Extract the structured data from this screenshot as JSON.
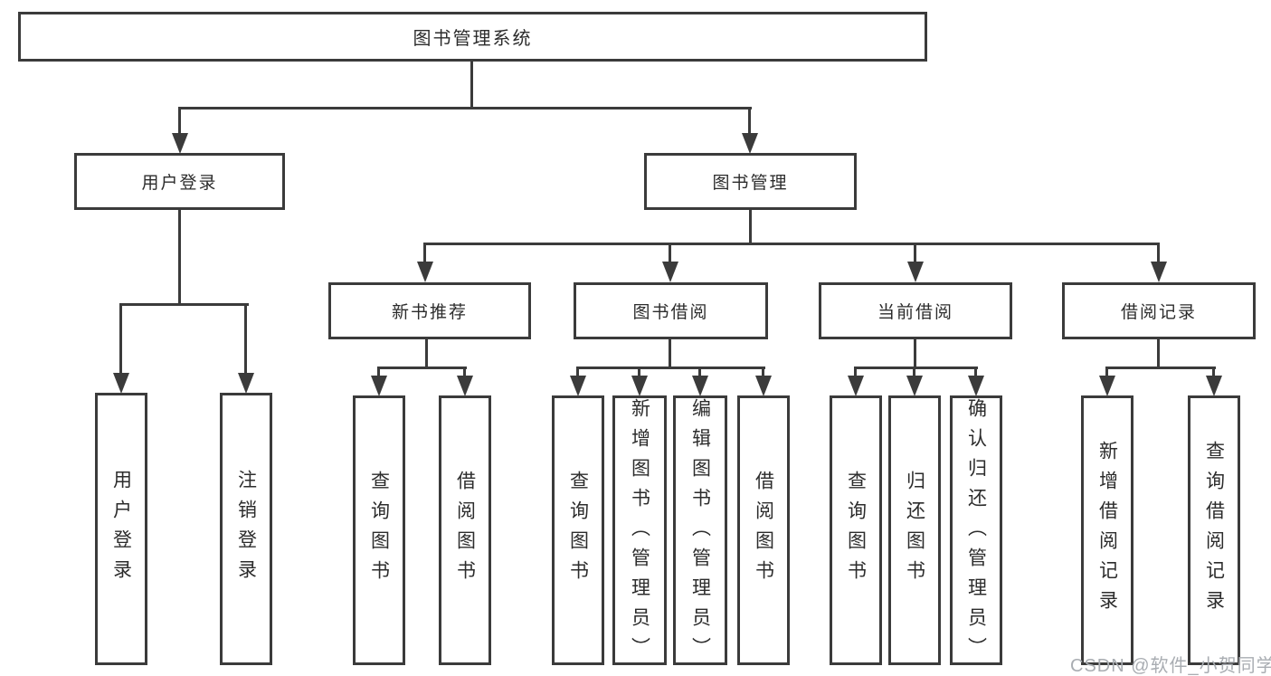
{
  "colors": {
    "line": "#3b3b3b",
    "text": "#2c2c2c",
    "background": "#ffffff",
    "watermark": "#a9adb2"
  },
  "diagram": {
    "root": {
      "label": "图书管理系统"
    },
    "level2": {
      "user_login": {
        "label": "用户登录"
      },
      "book_management": {
        "label": "图书管理"
      }
    },
    "level3": {
      "new_book_recommend": {
        "label": "新书推荐"
      },
      "book_borrow": {
        "label": "图书借阅"
      },
      "current_borrow": {
        "label": "当前借阅"
      },
      "borrow_records": {
        "label": "借阅记录"
      }
    },
    "leaves": {
      "user_login": [
        {
          "label": "用户登录"
        },
        {
          "label": "注销登录"
        }
      ],
      "new_book_recommend": [
        {
          "label": "查询图书"
        },
        {
          "label": "借阅图书"
        }
      ],
      "book_borrow": [
        {
          "label": "查询图书"
        },
        {
          "label": "新增图书（管理员）"
        },
        {
          "label": "编辑图书（管理员）"
        },
        {
          "label": "借阅图书"
        }
      ],
      "current_borrow": [
        {
          "label": "查询图书"
        },
        {
          "label": "归还图书"
        },
        {
          "label": "确认归还（管理员）"
        }
      ],
      "borrow_records": [
        {
          "label": "新增借阅记录"
        },
        {
          "label": "查询借阅记录"
        }
      ]
    }
  },
  "watermark": {
    "text": "CSDN @软件_小贺同学"
  }
}
